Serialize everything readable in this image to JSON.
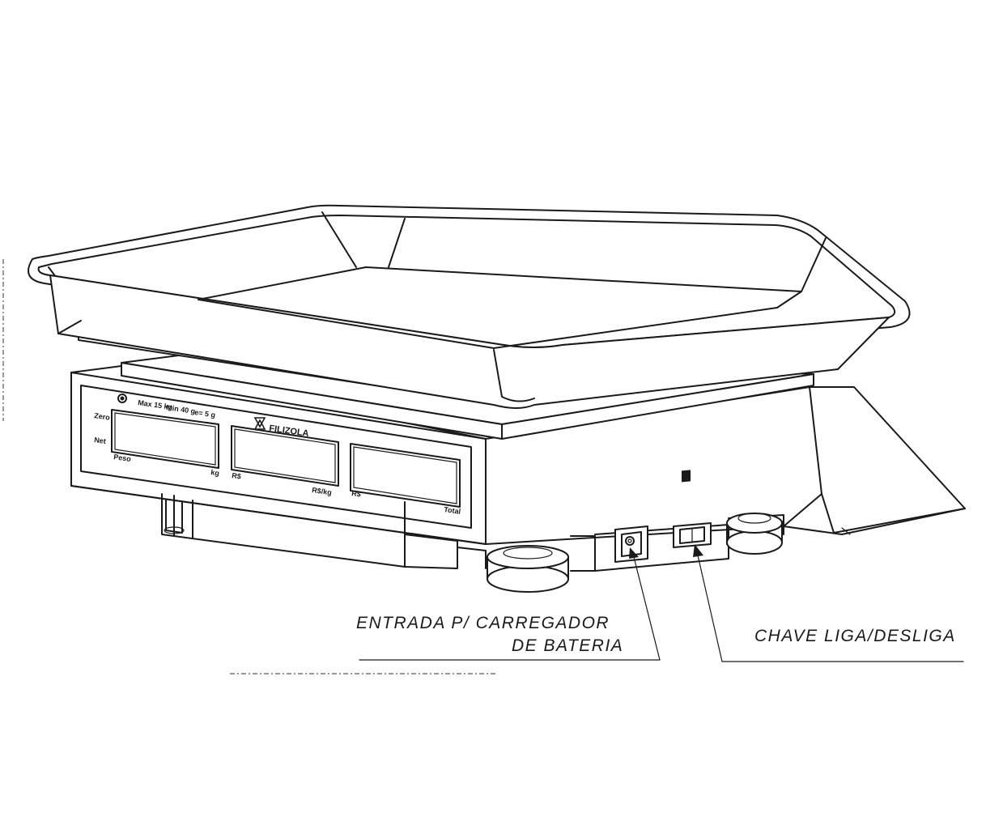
{
  "display": {
    "brand": "FILIZOLA",
    "label_zero": "Zero",
    "label_net": "Net",
    "label_weight": "Peso",
    "unit_weight": "kg",
    "label_price": "R$",
    "unit_price": "R$/kg",
    "label_total_currency": "R$",
    "label_total": "Total",
    "spec_1": "Max 15 kg",
    "spec_2": "Min 40 g",
    "spec_3": "e= 5 g"
  },
  "callouts": {
    "charger_line1": "ENTRADA P/ CARREGADOR",
    "charger_line2": "DE BATERIA",
    "switch": "CHAVE LIGA/DESLIGA"
  }
}
